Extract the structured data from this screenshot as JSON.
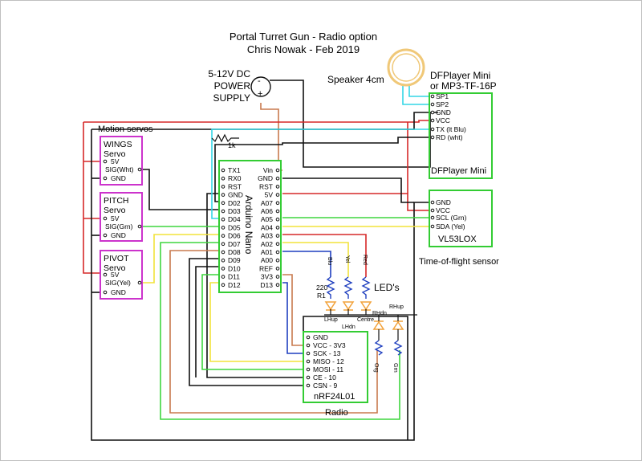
{
  "title": {
    "line1": "Portal Turret Gun - Radio option",
    "line2": "Chris Nowak - Feb 2019"
  },
  "power": {
    "label_lines": [
      "5-12V DC",
      "POWER",
      "SUPPLY"
    ],
    "minus": "-",
    "plus": "+"
  },
  "speaker": {
    "label": "Speaker 4cm"
  },
  "dfplayer": {
    "caption_lines": [
      "DFPlayer Mini",
      "or MP3-TF-16P"
    ],
    "title": "DFPlayer Mini",
    "pins": [
      "SP1",
      "SP2",
      "GND",
      "VCC",
      "TX (lt Blu)",
      "RD (wht)"
    ]
  },
  "servos": {
    "group_label": "Motion servos",
    "wings": {
      "name": "WINGS",
      "sub": "Servo",
      "pins": [
        "5V",
        "SIG(Wht)",
        "GND"
      ]
    },
    "pitch": {
      "name": "PITCH",
      "sub": "Servo",
      "pins": [
        "5V",
        "SIG(Grn)",
        "GND"
      ]
    },
    "pivot": {
      "name": "PIVOT",
      "sub": "Servo",
      "pins": [
        "5V",
        "SIG(Yel)",
        "GND"
      ]
    }
  },
  "resistor_1k": {
    "label": "1k"
  },
  "arduino": {
    "name": "Arduino Nano",
    "left_pins": [
      "TX1",
      "RX0",
      "RST",
      "GND",
      "D02",
      "D03",
      "D04",
      "D05",
      "D06",
      "D07",
      "D08",
      "D09",
      "D10",
      "D11",
      "D12"
    ],
    "right_pins": [
      "Vin",
      "GND",
      "RST",
      "5V",
      "A07",
      "A06",
      "A05",
      "A04",
      "A03",
      "A02",
      "A01",
      "A00",
      "REF",
      "3V3",
      "D13"
    ]
  },
  "tof": {
    "title": "VL53LOX",
    "caption": "Time-of-flight sensor",
    "pins": [
      "GND",
      "VCC",
      "SCL (Grn)",
      "SDA (Yel)"
    ]
  },
  "leds": {
    "title": "LED's",
    "wire_labels": [
      "Blu",
      "Yel",
      "Red"
    ],
    "resistor_value": "220",
    "resistor_name": "R1",
    "labels": [
      "LHup",
      "LHdn",
      "Centre",
      "RHdn",
      "RHup"
    ],
    "right_wire_labels": [
      "Org",
      "Grn"
    ]
  },
  "radio": {
    "title": "nRF24L01",
    "caption": "Radio",
    "pins": [
      "GND",
      "VCC - 3V3",
      "SCK - 13",
      "MISO - 12",
      "MOSI - 11",
      "CE - 10",
      "CSN - 9"
    ]
  },
  "colors": {
    "green_box": "#33cc33",
    "magenta_box": "#cc33cc",
    "red_wire": "#d62828",
    "blue_wire": "#1f3fbf",
    "cyan_wire": "#33d6e6",
    "yellow_wire": "#f2e33a",
    "green_wire": "#3fd63f",
    "orange_wire": "#c87a4e",
    "black_wire": "#111111",
    "gray_wire": "#9a9a9a",
    "speaker_ring": "#f0c878"
  }
}
